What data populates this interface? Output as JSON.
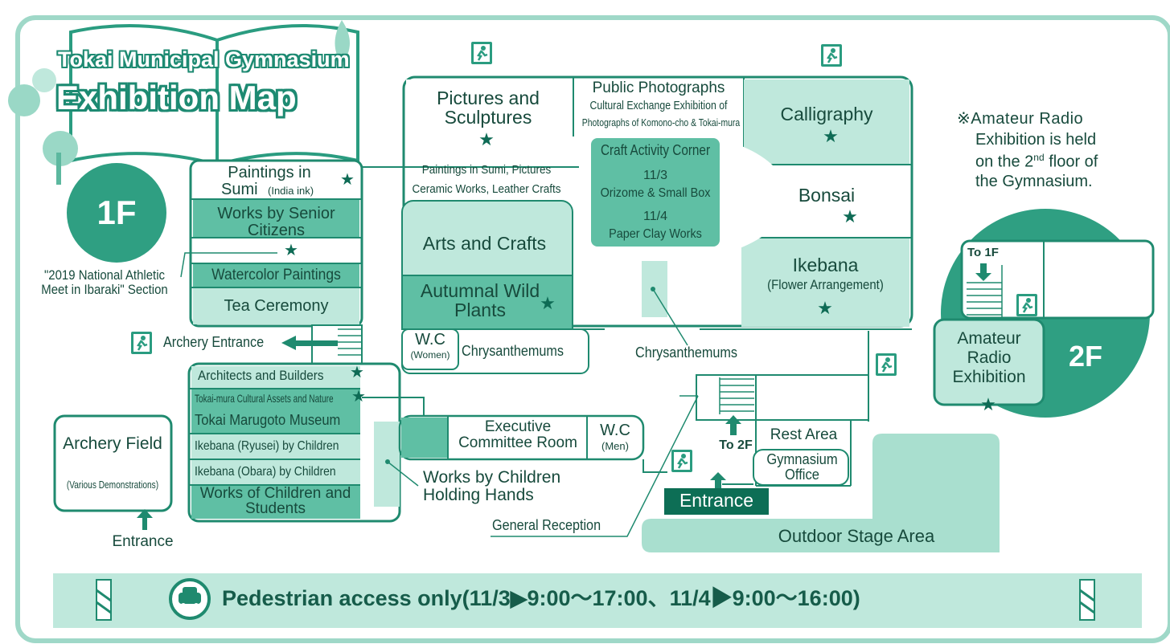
{
  "title": {
    "line1": "Tokai Municipal Gymnasium",
    "line2": "Exhibition Map"
  },
  "floors": {
    "first": "1F",
    "second": "2F"
  },
  "rooms": {
    "pictures_sculptures": "Pictures and Sculptures",
    "public_photographs": "Public Photographs",
    "cultural_exchange": "Cultural Exchange Exhibition of",
    "photographs_of": "Photographs of Komono-cho & Tokai-mura",
    "calligraphy": "Calligraphy",
    "craft_corner": "Craft Activity Corner",
    "date_113": "11/3",
    "orizome": "Orizome & Small Box",
    "date_114": "11/4",
    "paper_clay": "Paper Clay Works",
    "bonsai": "Bonsai",
    "ikebana": "Ikebana",
    "flower_arrangement": "(Flower Arrangement)",
    "paintings_sumi": "Paintings in",
    "sumi_india": "Sumi",
    "india_ink": "(India ink)",
    "works_senior": "Works by Senior Citizens",
    "paintings_sumi_pictures": "Paintings in Sumi, Pictures",
    "ceramic_leather": "Ceramic Works, Leather Crafts",
    "arts_crafts": "Arts and Crafts",
    "autumnal": "Autumnal Wild Plants",
    "wc_women": "W.C",
    "women": "(Women)",
    "chrysanthemums": "Chrysanthemums",
    "national_meet": "\"2019 National Athletic Meet in Ibaraki\" Section",
    "watercolor": "Watercolor Paintings",
    "tea_ceremony": "Tea Ceremony",
    "archery_entrance": "Archery Entrance",
    "architects": "Architects and Builders",
    "cultural_assets": "Tokai-mura Cultural Assets and Nature",
    "marugoto": "Tokai Marugoto Museum",
    "ikebana_ryusei": "Ikebana (Ryusei) by Children",
    "ikebana_obara": "Ikebana (Obara) by Children",
    "works_children": "Works of Children and Students",
    "archery_field": "Archery Field",
    "various_demos": "(Various Demonstrations)",
    "entrance_small": "Entrance",
    "executive_room": "Executive Committee Room",
    "wc_men": "W.C",
    "men": "(Men)",
    "holding_hands": "Works by Children Holding Hands",
    "general_reception": "General Reception",
    "to_2f": "To 2F",
    "rest_area": "Rest Area",
    "gym_office": "Gymnasium Office",
    "entrance_main": "Entrance",
    "outdoor_stage": "Outdoor Stage Area",
    "to_1f": "To 1F",
    "amateur_radio": "Amateur Radio Exhibition"
  },
  "note": {
    "line1": "※Amateur Radio",
    "line2": "Exhibition is held",
    "line3a": "on the 2",
    "line3sup": "nd",
    "line3b": " floor of",
    "line4": "the Gymnasium."
  },
  "banner": {
    "text": "Pedestrian access only(11/3▶9:00～17:00、11/4▶9:00～16:00)"
  },
  "icons": {
    "exit": "emergency-exit-icon",
    "no_car": "no-vehicles-icon",
    "star": "star-icon"
  },
  "colors": {
    "accent": "#1f9a7d",
    "fill": "#bfe8dc",
    "dark": "#2f9f82",
    "text": "#174a3c"
  }
}
